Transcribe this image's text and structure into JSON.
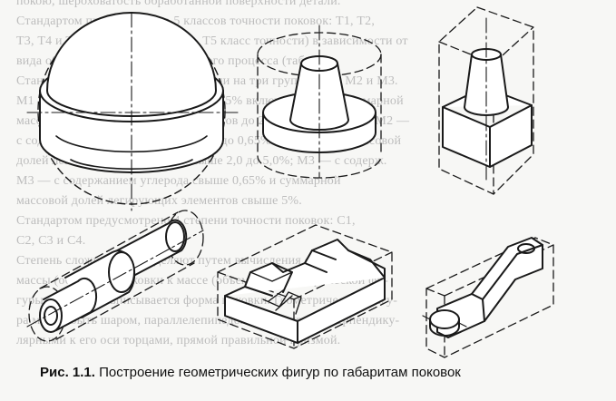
{
  "background_text": [
    "покою, шероховатость обработанной поверхности детали.",
    "Стандартом предусмотрено 5 классов точности поковок: Т1, Т2,",
    "Т3, Т4 и Т5. Класс точности (Т1, Т5 класс точности) в зависимости от",
    "вида оборудования технологического процесса (табл. 1).",
    "Стандарт устанавливает группы стали на три группы: М1, М2 и М3.",
    "М1 — с содержанием углерода до 0,35% включительно, и суммарной",
    "массовой долей легирующих элементов до 2,0% включительно; М2 —",
    "с содержанием углерода свыше 0,35 до 0,65% и суммарной массовой",
    "долей легирующих элементов свыше 2,0 до 5,0%; М3 — с содерж.",
    "М3 — с содержанием углерода свыше 0,65% и суммарной",
    "массовой долей легирующих элементов свыше 5%.",
    "Стандартом предусмотрено 4 степени точности поковок: С1,",
    "С2, С3 и С4.",
    "Степень сложности определяют путем вычисления отношения",
    "массы (объема) G поковки к массе (объему) G геометрической фи-",
    "гуры, в которую вписывается форма поковки. Геометрическая фигу-",
    "ра может быть шаром, параллелепипедом, цилиндром с перпендику-",
    "лярными к его оси торцами, прямой правильной призмой."
  ],
  "figure": {
    "label": "Рис. 1.1.",
    "caption": "Построение геометрических фигур по габаритам поковок"
  }
}
